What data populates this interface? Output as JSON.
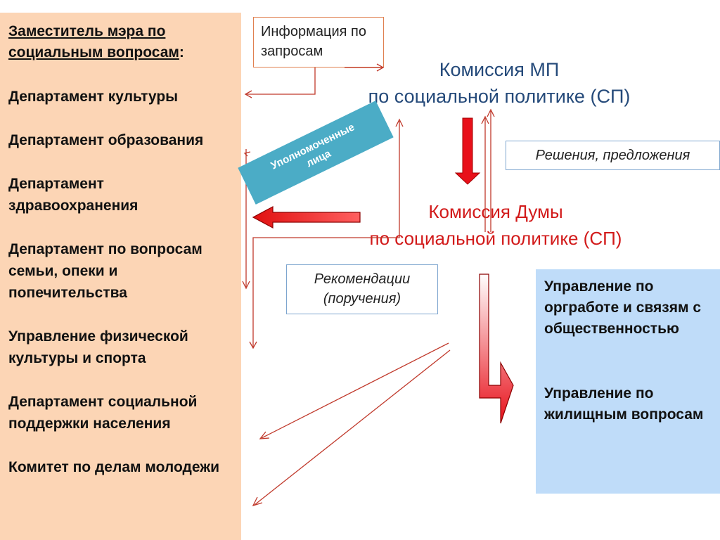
{
  "left_panel": {
    "heading": "Заместитель мэра по социальным вопросам",
    "heading_suffix": ":",
    "items": [
      "Департамент культуры",
      "Департамент образования",
      "Департамент здравоохранения",
      "Департамент по вопросам семьи, опеки и попечительства",
      "Управление физической культуры и спорта",
      "Департамент социальной поддержки населения",
      "Комитет по делам молодежи"
    ]
  },
  "info_box": "Информация по запросам",
  "commission_mp": {
    "line1": "Комиссия МП",
    "line2": "по социальной политике (СП)"
  },
  "decisions_box": "Решения, предложения",
  "commission_duma": {
    "line1": "Комиссия Думы",
    "line2": "по социальной политике (СП)"
  },
  "recommendations_box": {
    "line1": "Рекомендации",
    "line2": "(поручения)"
  },
  "badge": {
    "line1": "Уполномоченные",
    "line2": "лица"
  },
  "right_panel": {
    "items": [
      "Управление по оргработе и связям с общественностью",
      "Управление по жилищным вопросам"
    ]
  },
  "colors": {
    "left_panel": "#fcd5b5",
    "right_panel": "#bfdcf9",
    "badge": "#4bacc6",
    "commission_mp_text": "#254a7a",
    "commission_duma_text": "#d21a1a",
    "arrow_red": "#c00000"
  }
}
